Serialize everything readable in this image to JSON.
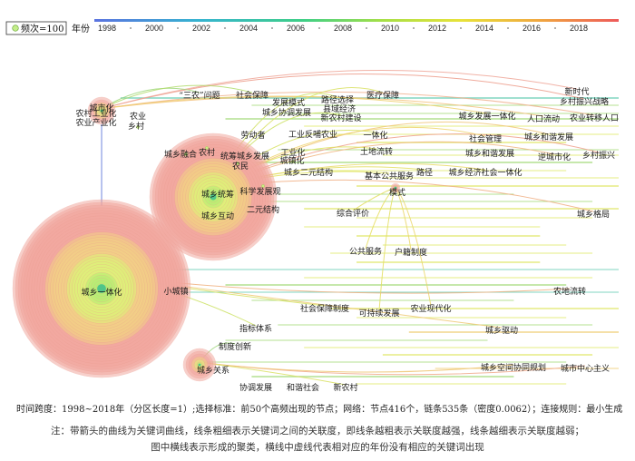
{
  "legend": {
    "freq_label": "频次=100",
    "year_title": "年份",
    "years": [
      "1998",
      "2000",
      "2002",
      "2004",
      "2006",
      "2008",
      "2010",
      "2012",
      "2014",
      "2016",
      "2018"
    ]
  },
  "nodes": [
    {
      "id": "nongcun-gongyehua",
      "label": "农村工业化",
      "year": 2001,
      "freq": 6
    },
    {
      "id": "nongye-chanyehua",
      "label": "农业产业化",
      "year": 2001,
      "freq": 4
    },
    {
      "id": "chengshihua",
      "label": "城市化",
      "year": 2001,
      "freq": 12
    },
    {
      "id": "nongye",
      "label": "农业",
      "year": 2003,
      "freq": 2
    },
    {
      "id": "xiangcun",
      "label": "乡村",
      "year": 2003,
      "freq": 2
    },
    {
      "id": "sannong-wenti",
      "label": "“三农”问题",
      "year": 2004,
      "freq": 2
    },
    {
      "id": "shehui-baozhang-1",
      "label": "社会保障",
      "year": 2005,
      "freq": 2
    },
    {
      "id": "fazhan-moshi",
      "label": "发展模式",
      "year": 2006,
      "freq": 2
    },
    {
      "id": "lujing-xuanze",
      "label": "路径选择",
      "year": 2007,
      "freq": 2
    },
    {
      "id": "yiliao-baozhang",
      "label": "医疗保障",
      "year": 2008,
      "freq": 2
    },
    {
      "id": "juyu-jingji",
      "label": "县域经济",
      "year": 2007,
      "freq": 2
    },
    {
      "id": "chengxiang-xietiao-fazhan",
      "label": "城乡协调发展",
      "year": 2006,
      "freq": 2
    },
    {
      "id": "xin-nongcun-jianshe",
      "label": "新农村建设",
      "year": 2007,
      "freq": 2
    },
    {
      "id": "xinshidai",
      "label": "新时代",
      "year": 2018,
      "freq": 2
    },
    {
      "id": "xiangcun-zhenxing-zhanlue",
      "label": "乡村振兴战略",
      "year": 2018,
      "freq": 2
    },
    {
      "id": "chengxiang-fazhan-yitihua",
      "label": "城乡发展一体化",
      "year": 2013,
      "freq": 2
    },
    {
      "id": "renkou-liudong",
      "label": "人口流动",
      "year": 2015,
      "freq": 2
    },
    {
      "id": "nongye-zhuanyi-renkou",
      "label": "农业转移人口",
      "year": 2016,
      "freq": 2
    },
    {
      "id": "laodongzhe",
      "label": "劳动者",
      "year": 2006,
      "freq": 2
    },
    {
      "id": "gongye-fanbu-nongye",
      "label": "工业反哺农业",
      "year": 2007,
      "freq": 2
    },
    {
      "id": "yitihua",
      "label": "一体化",
      "year": 2008,
      "freq": 2
    },
    {
      "id": "shehui-guanli",
      "label": "社会管理",
      "year": 2012,
      "freq": 2
    },
    {
      "id": "chengxiang-hexie-fazhan-1",
      "label": "城乡和谐发展",
      "year": 2014,
      "freq": 2
    },
    {
      "id": "chengxiang-ronghe",
      "label": "城乡融合",
      "year": 2004,
      "freq": 5
    },
    {
      "id": "nongcun",
      "label": "农村",
      "year": 2004,
      "freq": 8
    },
    {
      "id": "tongchou-chengxiang-fazhan",
      "label": "统筹城乡发展",
      "year": 2005,
      "freq": 6
    },
    {
      "id": "gongyehua",
      "label": "工业化",
      "year": 2007,
      "freq": 2
    },
    {
      "id": "chengzhenhua",
      "label": "城镇化",
      "year": 2007,
      "freq": 3
    },
    {
      "id": "tudi-liuzhuan",
      "label": "土地流转",
      "year": 2009,
      "freq": 2
    },
    {
      "id": "chengxiang-hexie-fazhan-2",
      "label": "城乡和谐发展",
      "year": 2013,
      "freq": 2
    },
    {
      "id": "nichengshihua",
      "label": "逆城市化",
      "year": 2015,
      "freq": 2
    },
    {
      "id": "xiangcun-zhenxing",
      "label": "乡村振兴",
      "year": 2017,
      "freq": 2
    },
    {
      "id": "nongmin",
      "label": "农民",
      "year": 2005,
      "freq": 3
    },
    {
      "id": "chengxiang-eryuan-jiegou",
      "label": "城乡二元结构",
      "year": 2007,
      "freq": 3
    },
    {
      "id": "jiben-gonggong-fuwu",
      "label": "基本公共服务",
      "year": 2009,
      "freq": 2
    },
    {
      "id": "lujing",
      "label": "路径",
      "year": 2010,
      "freq": 2
    },
    {
      "id": "chengxiang-jingji-shehui-yitihua",
      "label": "城乡经济社会一体化",
      "year": 2011,
      "freq": 2
    },
    {
      "id": "moshi",
      "label": "模式",
      "year": 2009,
      "freq": 4
    },
    {
      "id": "chengxiang-tongchou",
      "label": "城乡统筹",
      "year": 2004,
      "freq": 14
    },
    {
      "id": "kexue-fazhan-guan",
      "label": "科学发展观",
      "year": 2005,
      "freq": 2
    },
    {
      "id": "eryuan-jiegou",
      "label": "二元结构",
      "year": 2005,
      "freq": 2
    },
    {
      "id": "chengxiang-hudong",
      "label": "城乡互动",
      "year": 2004,
      "freq": 2
    },
    {
      "id": "zonghe-pingjia",
      "label": "综合评价",
      "year": 2008,
      "freq": 2
    },
    {
      "id": "chengxiang-geju",
      "label": "城乡格局",
      "year": 2017,
      "freq": 2
    },
    {
      "id": "gonggong-fuwu",
      "label": "公共服务",
      "year": 2009,
      "freq": 2
    },
    {
      "id": "huji-zhidu",
      "label": "户籍制度",
      "year": 2010,
      "freq": 2
    },
    {
      "id": "chengxiang-yitihua",
      "label": "城乡一体化",
      "year": 1998,
      "freq": 100
    },
    {
      "id": "xiao-chengzhen",
      "label": "小城镇",
      "year": 2001,
      "freq": 3
    },
    {
      "id": "nongdi-liuzhuan",
      "label": "农地流转",
      "year": 2016,
      "freq": 2
    },
    {
      "id": "shehui-baozhang-zhidu",
      "label": "社会保障制度",
      "year": 2006,
      "freq": 2
    },
    {
      "id": "kechixu-fazhan",
      "label": "可持续发展",
      "year": 2008,
      "freq": 2
    },
    {
      "id": "nongye-xiandaihua",
      "label": "农业现代化",
      "year": 2010,
      "freq": 2
    },
    {
      "id": "zhibiao-tixi",
      "label": "指标体系",
      "year": 2005,
      "freq": 2
    },
    {
      "id": "chengxiang-qudong",
      "label": "城乡驱动",
      "year": 2014,
      "freq": 2
    },
    {
      "id": "zhidu-chuangxin",
      "label": "制度创新",
      "year": 2003,
      "freq": 2
    },
    {
      "id": "chengxiang-guanxi",
      "label": "城乡关系",
      "year": 2002,
      "freq": 6
    },
    {
      "id": "chengxiang-kongjian-xietong-guihua",
      "label": "城乡空间协同规划",
      "year": 2014,
      "freq": 2
    },
    {
      "id": "chengshi-zhongxin-zhuyi",
      "label": "城市中心主义",
      "year": 2016,
      "freq": 2
    },
    {
      "id": "xietiao-fazhan",
      "label": "协调发展",
      "year": 2004,
      "freq": 2
    },
    {
      "id": "hexie-shehui",
      "label": "和谐社会",
      "year": 2006,
      "freq": 2
    },
    {
      "id": "xin-nongcun",
      "label": "新农村",
      "year": 2008,
      "freq": 2
    }
  ],
  "stats": "时间跨度：1998~2018年（分区长度=1）;选择标准：前50个高频出现的节点；网络：节点416个，链条535条（密度0.0062）；连接规则：最小生成",
  "notes": [
    "注：带箭头的曲线为关键词曲线，线条粗细表示关键词之间的关联度，即线条越粗表示关联度越强，线条越细表示关联度越弱；",
    "图中横线表示形成的聚类，横线中虚线代表相对应的年份没有相应的关键词出现"
  ],
  "colors": {
    "timeline_gradient": [
      "#5b73e0",
      "#36b4d0",
      "#3fcf86",
      "#a6e046",
      "#e8e23a",
      "#f0a640",
      "#ee5a5a"
    ],
    "ring_outer": "#f0a0a0",
    "ring_inner": "#b8f070"
  }
}
